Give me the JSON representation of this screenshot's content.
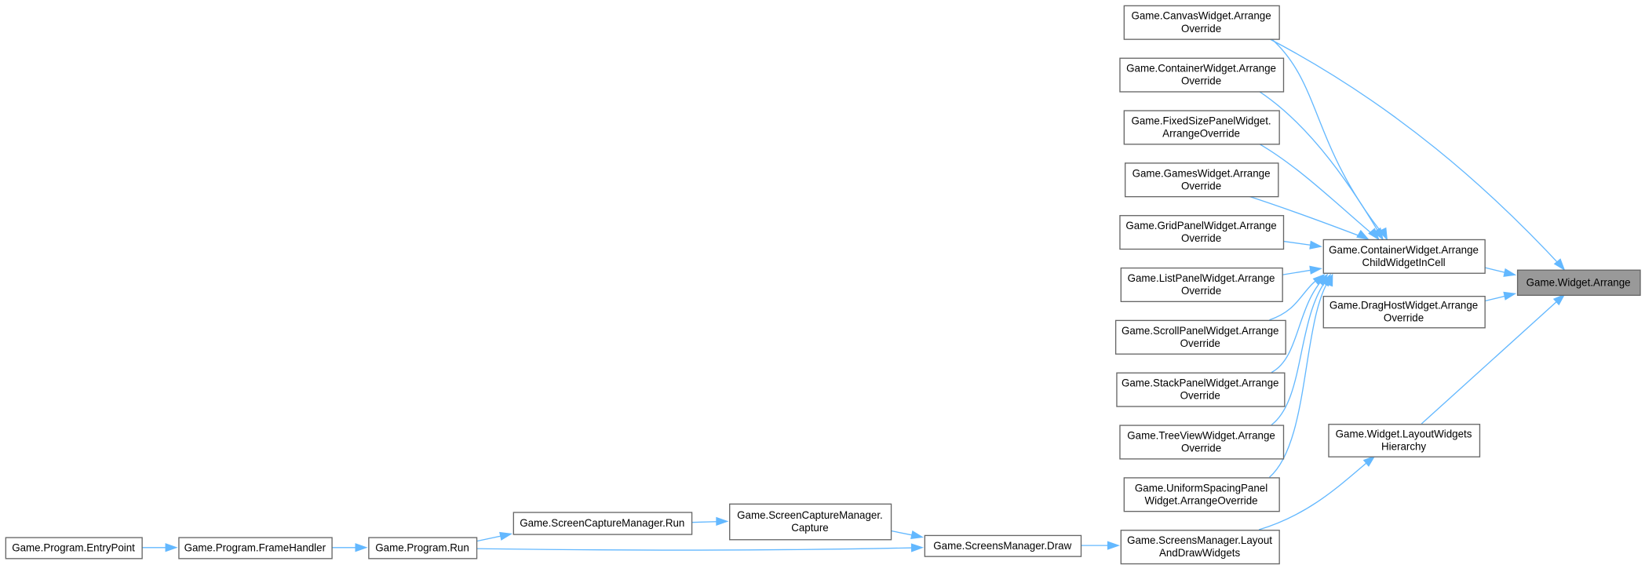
{
  "colors": {
    "edge": "#63b8ff",
    "highlight": "#999999",
    "border": "#666666"
  },
  "nodes": {
    "canvas": [
      "Game.CanvasWidget.Arrange",
      "Override"
    ],
    "container_override": [
      "Game.ContainerWidget.Arrange",
      "Override"
    ],
    "fixedsize": [
      "Game.FixedSizePanelWidget.",
      "ArrangeOverride"
    ],
    "games": [
      "Game.GamesWidget.Arrange",
      "Override"
    ],
    "grid": [
      "Game.GridPanelWidget.Arrange",
      "Override"
    ],
    "list": [
      "Game.ListPanelWidget.Arrange",
      "Override"
    ],
    "scroll": [
      "Game.ScrollPanelWidget.Arrange",
      "Override"
    ],
    "stack": [
      "Game.StackPanelWidget.Arrange",
      "Override"
    ],
    "tree": [
      "Game.TreeViewWidget.Arrange",
      "Override"
    ],
    "uniform": [
      "Game.UniformSpacingPanel",
      "Widget.ArrangeOverride"
    ],
    "layout_draw": [
      "Game.ScreensManager.Layout",
      "AndDrawWidgets"
    ],
    "arrange_child": [
      "Game.ContainerWidget.Arrange",
      "ChildWidgetInCell"
    ],
    "draghost": [
      "Game.DragHostWidget.Arrange",
      "Override"
    ],
    "widget_arrange": [
      "Game.Widget.Arrange"
    ],
    "layout_hier": [
      "Game.Widget.LayoutWidgets",
      "Hierarchy"
    ],
    "draw": [
      "Game.ScreensManager.Draw"
    ],
    "capture": [
      "Game.ScreenCaptureManager.",
      "Capture"
    ],
    "scm_run": [
      "Game.ScreenCaptureManager.Run"
    ],
    "program_run": [
      "Game.Program.Run"
    ],
    "frame": [
      "Game.Program.FrameHandler"
    ],
    "entry": [
      "Game.Program.EntryPoint"
    ]
  }
}
